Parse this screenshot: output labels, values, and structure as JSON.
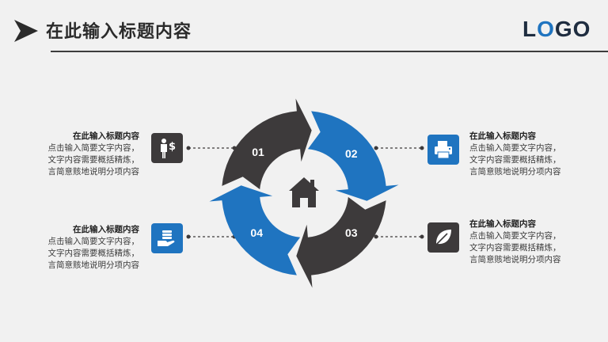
{
  "header": {
    "title": "在此输入标题内容",
    "logo_part1": "L",
    "logo_part2": "O",
    "logo_part3": "GO"
  },
  "colors": {
    "dark": "#3d3a3b",
    "blue": "#1f74c0",
    "background": "#f1f1f1"
  },
  "segments": [
    {
      "label": "01",
      "color": "dark"
    },
    {
      "label": "02",
      "color": "blue"
    },
    {
      "label": "03",
      "color": "dark"
    },
    {
      "label": "04",
      "color": "blue"
    }
  ],
  "center_icon": "home-icon",
  "items": [
    {
      "title": "在此输入标题内容",
      "line1": "点击输入简要文字内容，",
      "line2": "文字内容需要概括精炼，",
      "line3": "言简意赅地说明分项内容",
      "icon": "person-dollar-icon"
    },
    {
      "title": "在此输入标题内容",
      "line1": "点击输入简要文字内容，",
      "line2": "文字内容需要概括精炼，",
      "line3": "言简意赅地说明分项内容",
      "icon": "printer-icon"
    },
    {
      "title": "在此输入标题内容",
      "line1": "点击输入简要文字内容，",
      "line2": "文字内容需要概括精炼，",
      "line3": "言简意赅地说明分项内容",
      "icon": "leaf-icon"
    },
    {
      "title": "在此输入标题内容",
      "line1": "点击输入简要文字内容，",
      "line2": "文字内容需要概括精炼，",
      "line3": "言简意赅地说明分项内容",
      "icon": "hand-money-icon"
    }
  ]
}
